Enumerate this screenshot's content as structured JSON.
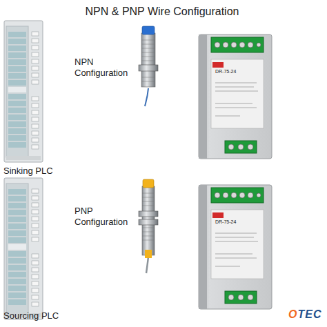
{
  "diagram": {
    "title": "NPN & PNP Wire Configuration",
    "labels": [
      "NPN Configuration",
      "Sinking PLC",
      "PNP Configuration",
      "Sourcing PLC",
      "DR-75-24",
      "DR-75-24",
      "OTEC"
    ]
  }
}
